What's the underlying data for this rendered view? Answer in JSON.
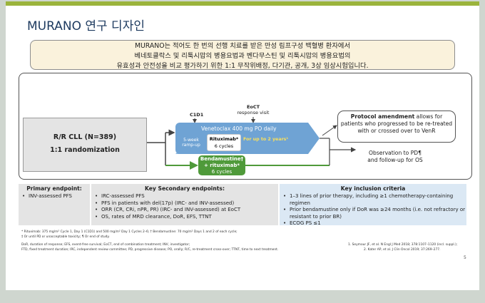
{
  "title": "MURANO 연구 디자인",
  "intro": {
    "line1": "MURANO는 적어도 한 번의 선행 치료를 받은 만성 림프구성 백혈병 환자에서",
    "line2": "베네토클락스 및 리툭시맙의 병용요법과 벤다무스틴 및 리툭시맙의 병용요법의",
    "line3": "유효성과 안전성을 비교 평가하기 위한 1:1 무작위배정, 다기관, 공개, 3상 임상시험입니다."
  },
  "design": {
    "population": "R/R CLL (N=389)",
    "randomization": "1:1 randomization",
    "c1d1": "C1D1",
    "eoct_title": "EoCT",
    "eoct_sub": "response visit",
    "ramp_up": "5-week ramp-up",
    "venetoclax": "Venetoclax 400 mg PO daily",
    "rituximab_a": "Rituximab*",
    "rituximab_a_cycles": "6 cycles",
    "up_to": "For up to 2 years¹",
    "bend_title": "Bendamustine†",
    "bend_title2": "+ rituximab*",
    "bend_cycles": "6 cycles",
    "amend_bold": "Protocol amendment",
    "amend_rest": " allows for patients who progressed to be re-treated with or crossed over to VenR",
    "obs_line1": "Observation to PD¶",
    "obs_line2": "and follow-up for OS",
    "colors": {
      "ven": "#6fa3d4",
      "bend": "#4f9a3a",
      "accent": "#9bb43c"
    }
  },
  "endpoints": {
    "primary_title": "Primary endpoint:",
    "primary_items": [
      "INV-assessed PFS"
    ],
    "secondary_title": "Key Secondary endpoints:",
    "secondary_items": [
      "IRC-assessed PFS",
      "PFS in patients with del(17p) (IRC- and INV-assessed)",
      "ORR (CR, CRi, nPR, PR) (IRC- and INV-assessed) at EoCT",
      "OS, rates of MRD clearance, DoR, EFS, TTNT"
    ],
    "inclusion_title": "Key inclusion criteria",
    "inclusion_items": [
      "1–3 lines of prior therapy, including ≥1 chemotherapy-containing regimen",
      "Prior bendamustine only if DoR was ≥24 months (i.e. not refractory or resistant to prior BR)",
      "ECOG PS ≤1"
    ]
  },
  "footnotes": {
    "f1": "* Rituximab: 375 mg/m² Cycle 1, Day 1 (C1D1) and 500 mg/m² Day 1 Cycles 2–6; † Bendamustine: 70 mg/m² Days 1 and 2 of each cycle;",
    "f2": "‡ Or until PD or unacceptable toxicity; ¶ Or end of study.",
    "f3": "DoR, duration of response; EFS, event-free survival; EoCT, end of combination treatment; INV, investigator;",
    "f4": "FTD, fixed treatment duration; IRC, independent review committee; PD, progressive disease; PO, orally; R/C, re-treatment cross-over; TTNT, time to next treatment.",
    "ref1": "1. Seymour JF, et al. N Engl J Med 2018; 378:1107–1120 (incl. suppl.);",
    "ref2": "2. Kater AP, et al. J Clin Oncol 2019; 37:269–277.",
    "page": "5"
  }
}
